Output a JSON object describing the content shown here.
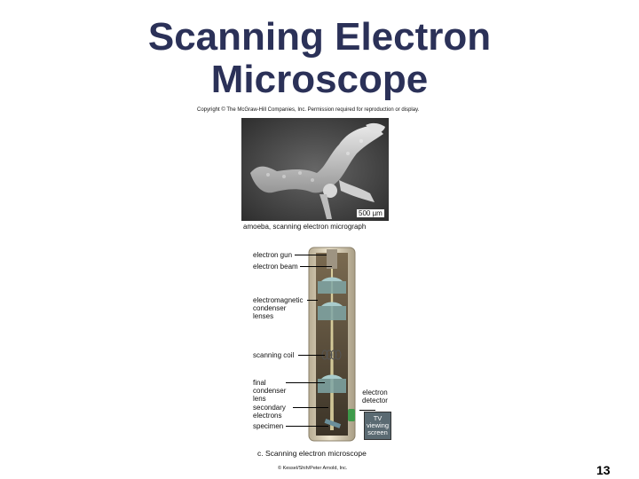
{
  "title": {
    "line1": "Scanning Electron",
    "line2": "Microscope"
  },
  "copyright": "Copyright © The McGraw-Hill Companies, Inc. Permission required for reproduction or display.",
  "micrograph": {
    "scale_bar": "500 µm",
    "caption": "amoeba, scanning electron micrograph"
  },
  "labels": {
    "electron_gun": "electron gun",
    "electron_beam": "electron beam",
    "condenser": [
      "electromagnetic",
      "condenser",
      "lenses"
    ],
    "scanning_coil": "scanning coil",
    "final_lens": [
      "final",
      "condenser",
      "lens"
    ],
    "secondary": [
      "secondary",
      "electrons"
    ],
    "specimen": "specimen",
    "detector": [
      "electron",
      "detector"
    ],
    "tv": [
      "TV",
      "viewing",
      "screen"
    ]
  },
  "figure_caption": "c. Scanning electron microscope",
  "credit": "© Kessel/Shih/Peter Arnold, Inc.",
  "page_number": "13",
  "colors": {
    "title": "#2b3158",
    "column": "#d6ccb4",
    "lens": "#7fa6a6"
  }
}
